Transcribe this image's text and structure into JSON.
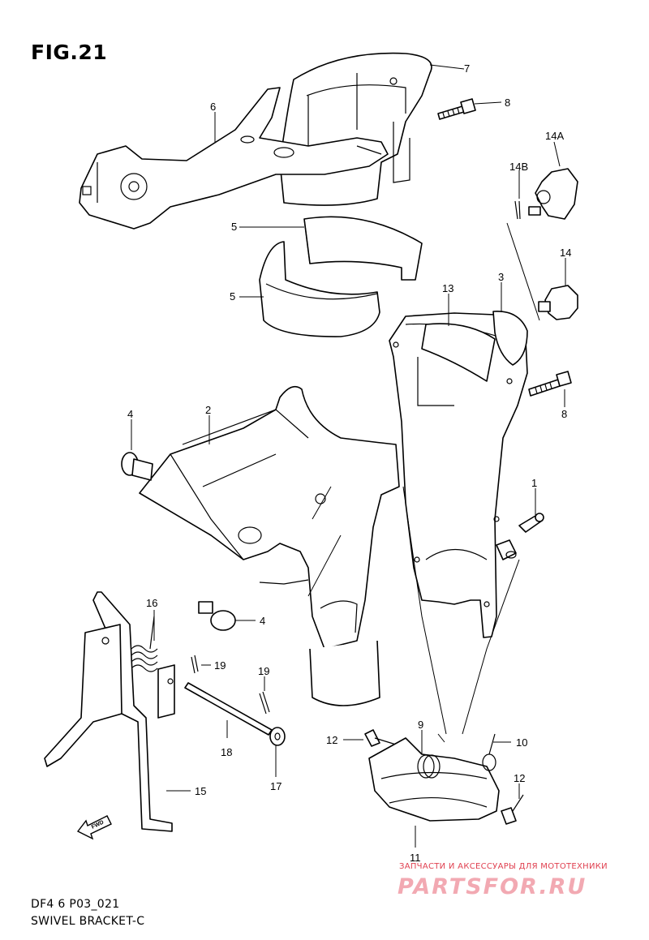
{
  "figure": {
    "title": "FIG.21",
    "code": "DF4 6 P03_021",
    "name": "SWIVEL BRACKET-C"
  },
  "watermark": {
    "tagline": "ЗАПЧАСТИ И АКСЕССУАРЫ ДЛЯ МОТОТЕХНИКИ",
    "logo": "PARTSFOR.RU"
  },
  "direction_marker": "FWD",
  "callouts": {
    "c7": "7",
    "c8a": "8",
    "c6": "6",
    "c14A": "14A",
    "c14B": "14B",
    "c5a": "5",
    "c5b": "5",
    "c14": "14",
    "c13": "13",
    "c3": "3",
    "c8b": "8",
    "c4a": "4",
    "c2": "2",
    "c1": "1",
    "c16": "16",
    "c4b": "4",
    "c19a": "19",
    "c19b": "19",
    "c12a": "12",
    "c9": "9",
    "c10": "10",
    "c18": "18",
    "c12b": "12",
    "c17": "17",
    "c15": "15",
    "c11": "11"
  },
  "colors": {
    "line": "#000000",
    "background": "#ffffff",
    "watermark_text": "#e04050",
    "watermark_logo": "#f2a9b2"
  }
}
